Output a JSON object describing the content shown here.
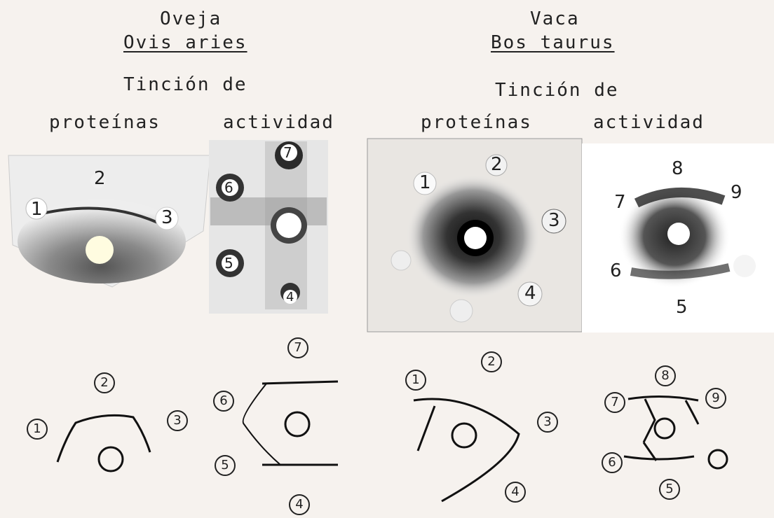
{
  "left": {
    "common_name": "Oveja",
    "latin_name": "Ovis aries",
    "stain_heading": "Tinción de",
    "col_proteins": "proteínas",
    "col_activity": "actividad",
    "protein_plate_labels": [
      "1",
      "2",
      "3"
    ],
    "activity_plate_labels": [
      "7",
      "6",
      "5",
      "4"
    ],
    "protein_diagram_labels": [
      "2",
      "1",
      "3"
    ],
    "activity_diagram_labels": [
      "7",
      "6",
      "5",
      "4"
    ]
  },
  "right": {
    "common_name": "Vaca",
    "latin_name": "Bos taurus",
    "stain_heading": "Tinción de",
    "col_proteins": "proteínas",
    "col_activity": "actividad",
    "protein_plate_labels": [
      "2",
      "1",
      "3",
      "4"
    ],
    "activity_plate_labels": [
      "8",
      "7",
      "9",
      "6",
      "5"
    ],
    "protein_diagram_labels": [
      "1",
      "2",
      "3",
      "4"
    ],
    "activity_diagram_labels": [
      "8",
      "7",
      "9",
      "6",
      "5"
    ]
  }
}
